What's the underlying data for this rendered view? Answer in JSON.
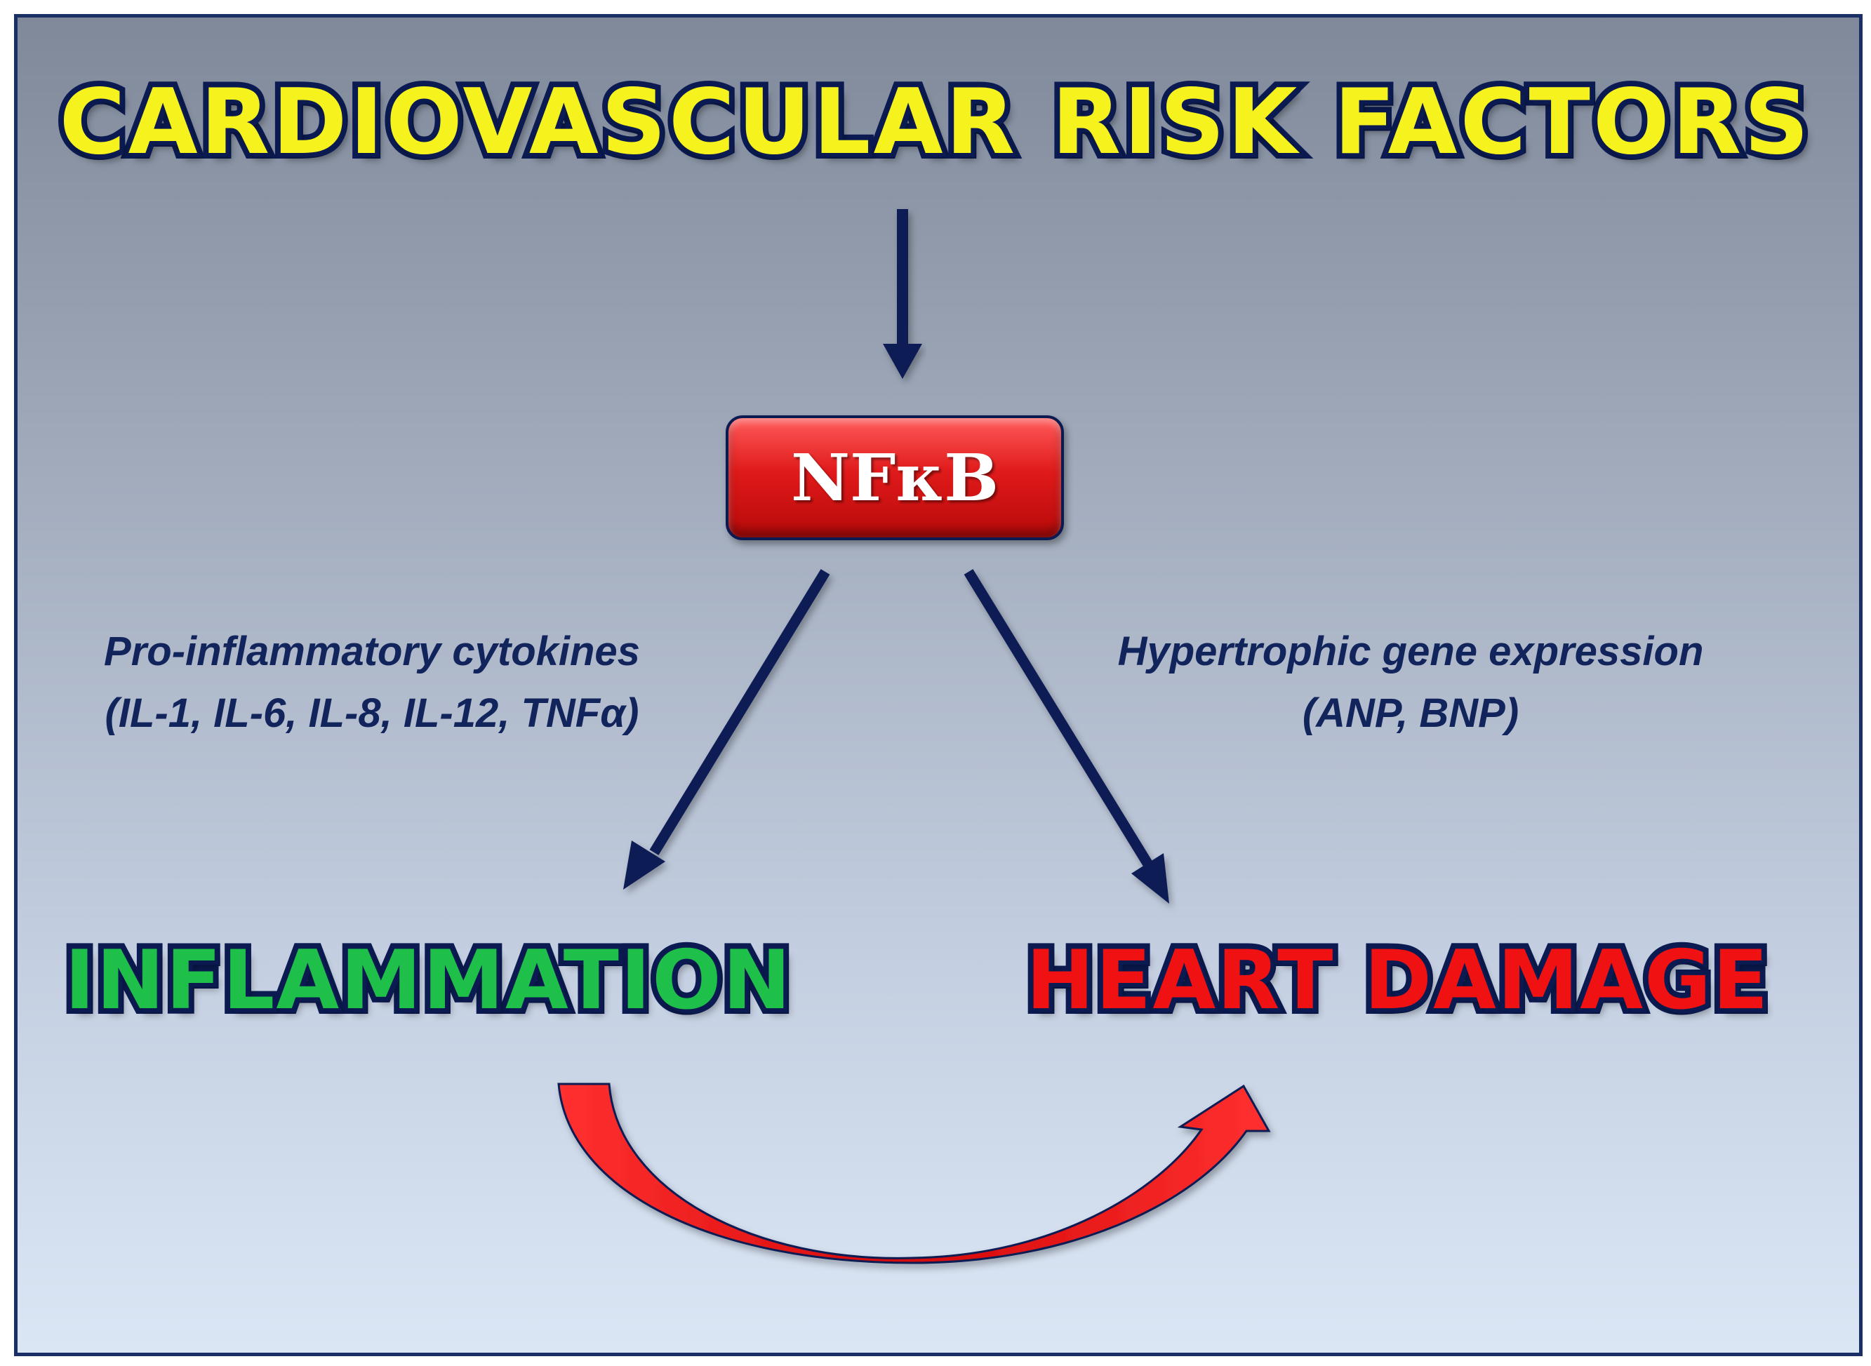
{
  "title": "CARDIOVASCULAR RISK FACTORS",
  "center_node": {
    "label": "NFκB"
  },
  "left_annotation": {
    "line1": "Pro-inflammatory cytokines",
    "line2": "(IL-1, IL-6, IL-8, IL-12, TNFα)"
  },
  "right_annotation": {
    "line1": "Hypertrophic gene expression",
    "line2": "(ANP, BNP)"
  },
  "left_outcome": "INFLAMMATION",
  "right_outcome": "HEART DAMAGE",
  "colors": {
    "title_fill": "#f6f21e",
    "outline": "#0b1b52",
    "node_fill": "#e01a1a",
    "inflammation_fill": "#1ec04a",
    "heart_damage_fill": "#f01212",
    "curved_arrow_fill": "#f01212",
    "arrow_color": "#0f1f55"
  }
}
